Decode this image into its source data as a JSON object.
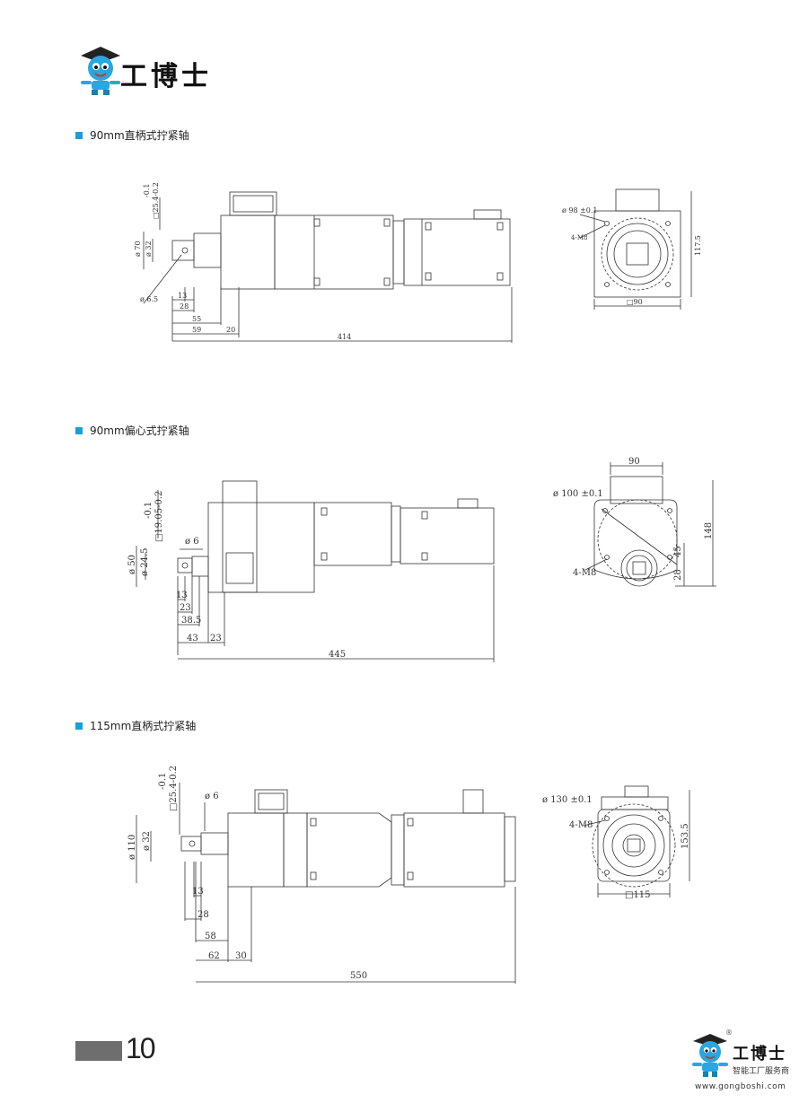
{
  "header": {
    "brand_name": "工博士"
  },
  "sections": [
    {
      "title": "90mm直柄式拧紧轴",
      "side_labels": [
        "-0.1",
        "□25.4-0.2",
        "ø 70",
        "ø 32",
        "ø 6.5"
      ],
      "dims": [
        "13",
        "28",
        "55",
        "59",
        "20",
        "414"
      ],
      "end_labels": [
        "ø 98 ±0.1",
        "4-M8",
        "117.5",
        "□90"
      ]
    },
    {
      "title": "90mm偏心式拧紧轴",
      "side_labels": [
        "-0.1",
        "□19.05-0.2",
        "ø 6",
        "ø 50",
        "ø 24.5"
      ],
      "dims": [
        "13",
        "23",
        "38.5",
        "43",
        "23",
        "445"
      ],
      "end_labels": [
        "90",
        "ø 100 ±0.1",
        "4-M8",
        "148",
        "45",
        "28"
      ]
    },
    {
      "title": "115mm直柄式拧紧轴",
      "side_labels": [
        "-0.1",
        "□25.4-0.2",
        "ø 6",
        "ø 110",
        "ø 32"
      ],
      "dims": [
        "13",
        "28",
        "58",
        "62",
        "30",
        "550"
      ],
      "end_labels": [
        "ø 130 ±0.1",
        "4-M8",
        "153.5",
        "□115"
      ]
    }
  ],
  "footer": {
    "page_number": "10",
    "brand_name": "工博士",
    "registered_mark": "®",
    "slogan": "智能工厂服务商",
    "url": "www.gongboshi.com"
  },
  "colors": {
    "accent": "#1a9fd8",
    "line": "#333333",
    "page_bar": "#6e6e6e"
  }
}
